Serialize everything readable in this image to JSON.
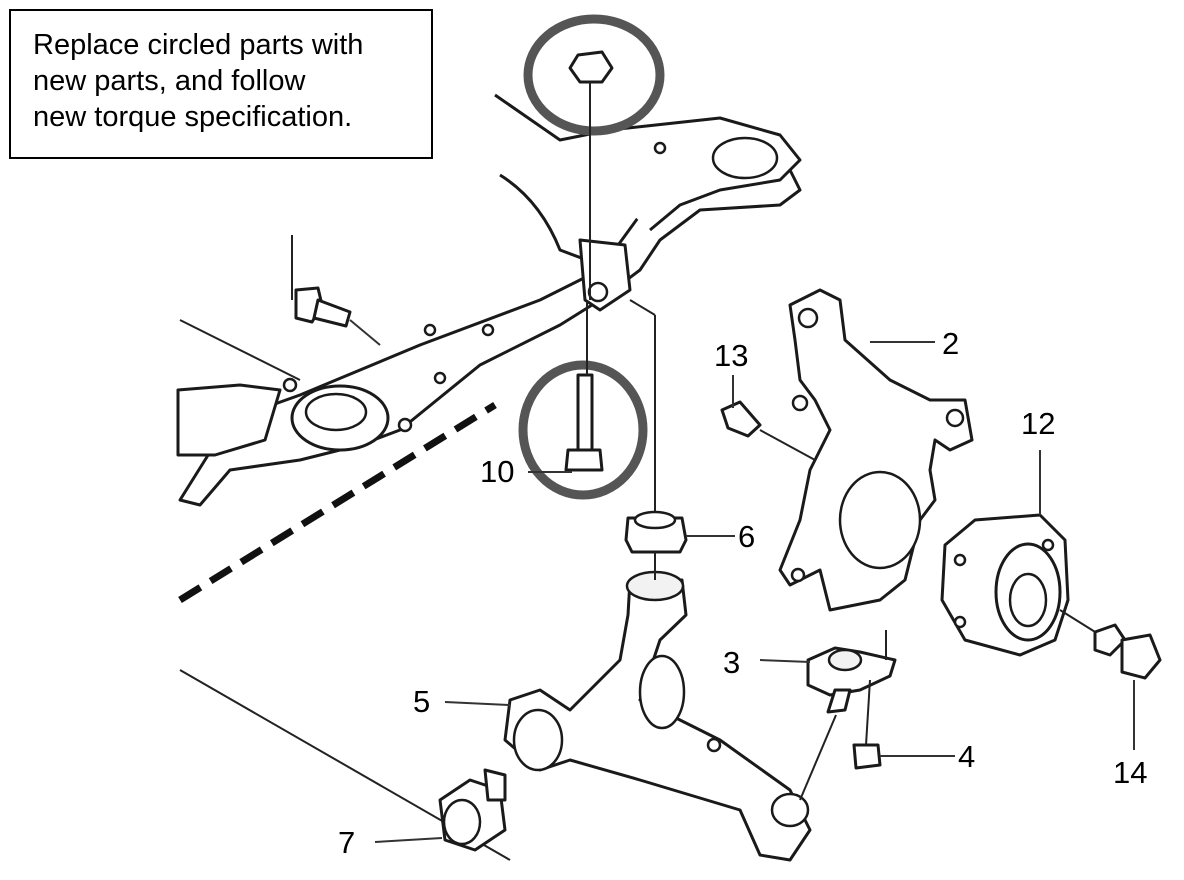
{
  "note": {
    "lines": [
      "Replace circled parts with",
      "new parts, and follow",
      "new torque specification."
    ]
  },
  "callouts": {
    "c2": "2",
    "c3": "3",
    "c4": "4",
    "c5": "5",
    "c6": "6",
    "c7": "7",
    "c10": "10",
    "c12": "12",
    "c13": "13",
    "c14": "14"
  }
}
